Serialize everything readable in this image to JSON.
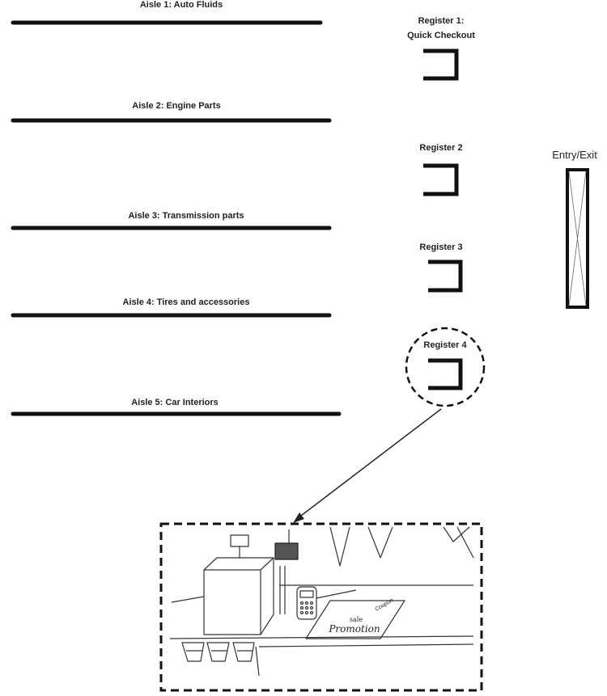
{
  "aisles": [
    {
      "label": "Aisle 1: Auto Fluids"
    },
    {
      "label": "Aisle 2: Engine Parts"
    },
    {
      "label": "Aisle 3: Transmission parts"
    },
    {
      "label": "Aisle 4: Tires and accessories"
    },
    {
      "label": "Aisle 5: Car Interiors"
    }
  ],
  "registers": [
    {
      "label_line1": "Register 1:",
      "label_line2": "Quick Checkout"
    },
    {
      "label_line1": "Register 2",
      "label_line2": ""
    },
    {
      "label_line1": "Register 3",
      "label_line2": ""
    },
    {
      "label_line1": "Register 4",
      "label_line2": "",
      "highlighted": true
    }
  ],
  "entry": {
    "label": "Entry/Exit"
  },
  "sketch": {
    "sign_line1": "sale",
    "sign_line2": "Promotion",
    "sign_corner": "Coupon"
  },
  "colors": {
    "line": "#111111",
    "background": "#ffffff"
  }
}
